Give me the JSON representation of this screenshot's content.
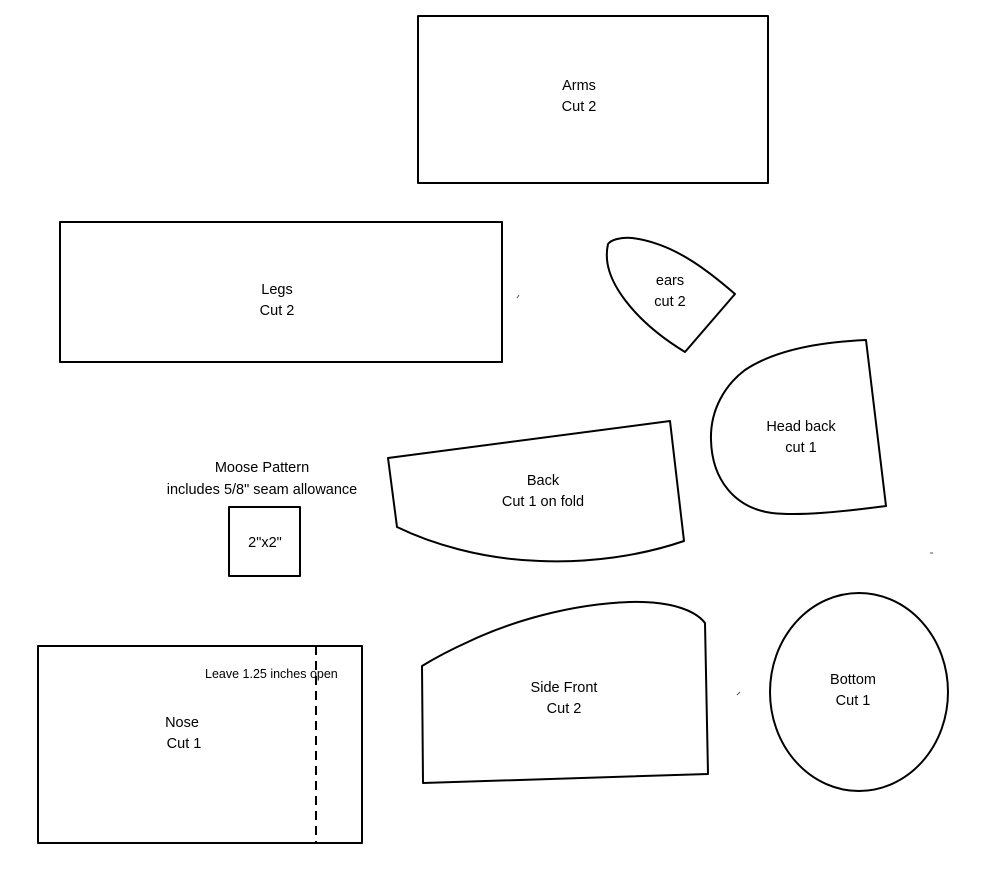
{
  "title": {
    "line1": "Moose Pattern",
    "line2": "includes 5/8\" seam allowance"
  },
  "pieces": {
    "arms": {
      "name": "Arms",
      "cut": "Cut 2"
    },
    "legs": {
      "name": "Legs",
      "cut": "Cut 2"
    },
    "ears": {
      "name": "ears",
      "cut": "cut 2"
    },
    "head_back": {
      "name": "Head back",
      "cut": "cut 1"
    },
    "back": {
      "name": "Back",
      "cut": "Cut 1 on fold"
    },
    "scale_square": {
      "label": "2\"x2\""
    },
    "nose": {
      "name": "Nose",
      "cut": "Cut 1",
      "note": "Leave 1.25 inches open"
    },
    "side_front": {
      "name": "Side Front",
      "cut": "Cut 2"
    },
    "bottom": {
      "name": "Bottom",
      "cut": "Cut 1"
    }
  }
}
